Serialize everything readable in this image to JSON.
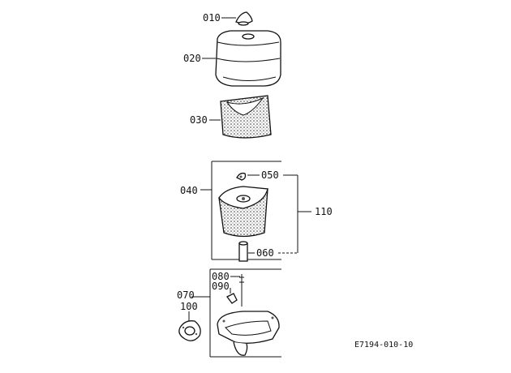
{
  "callouts": {
    "p010": "010",
    "p020": "020",
    "p030": "030",
    "p040": "040",
    "p050": "050",
    "p060": "060",
    "p070": "070",
    "p080": "080",
    "p090": "090",
    "p100": "100",
    "p110": "110"
  },
  "drawing_code": "E7194-010-10"
}
